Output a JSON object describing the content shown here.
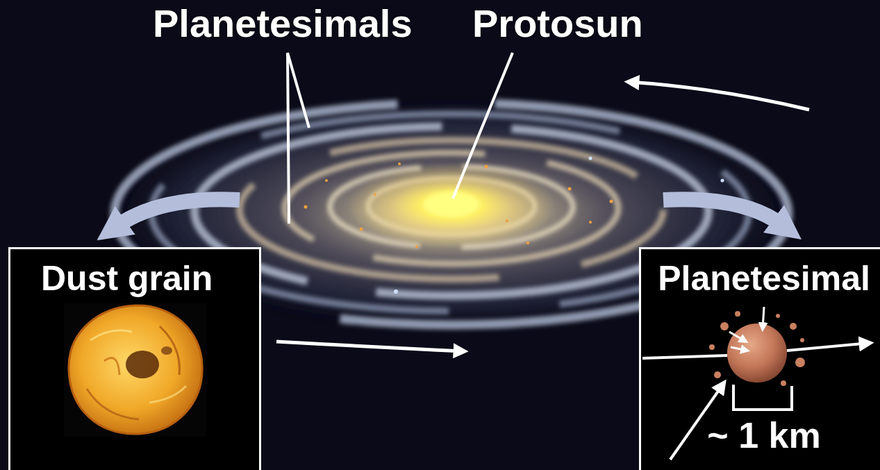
{
  "diagram": {
    "nodes": [
      {
        "text": [
          "Dust grain"
        ]
      },
      {
        "text": [
          "Planetesimal",
          "~ 1 km"
        ]
      }
    ],
    "labels": [
      "Planetesimals",
      "Protosun"
    ]
  }
}
